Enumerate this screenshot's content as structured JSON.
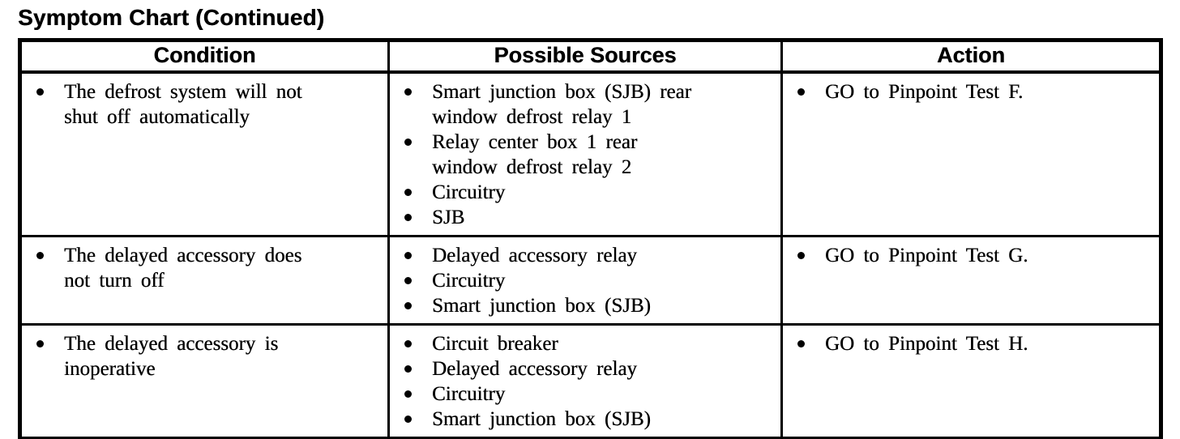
{
  "title": "Symptom Chart (Continued)",
  "colors": {
    "ink": "#000000",
    "paper": "#ffffff"
  },
  "table": {
    "headers": [
      "Condition",
      "Possible Sources",
      "Action"
    ],
    "rows": [
      {
        "condition": [
          "The defrost system will not\nshut off automatically"
        ],
        "sources": [
          "Smart junction box (SJB) rear\nwindow defrost relay 1",
          "Relay center box 1 rear\nwindow defrost relay 2",
          "Circuitry",
          "SJB"
        ],
        "action": [
          "GO to Pinpoint Test F."
        ]
      },
      {
        "condition": [
          "The delayed accessory does\nnot turn off"
        ],
        "sources": [
          "Delayed accessory relay",
          "Circuitry",
          "Smart junction box (SJB)"
        ],
        "action": [
          "GO to Pinpoint Test G."
        ]
      },
      {
        "condition": [
          "The delayed accessory is\ninoperative"
        ],
        "sources": [
          "Circuit breaker",
          "Delayed accessory relay",
          "Circuitry",
          "Smart junction box (SJB)"
        ],
        "action": [
          "GO to Pinpoint Test H."
        ]
      }
    ]
  }
}
